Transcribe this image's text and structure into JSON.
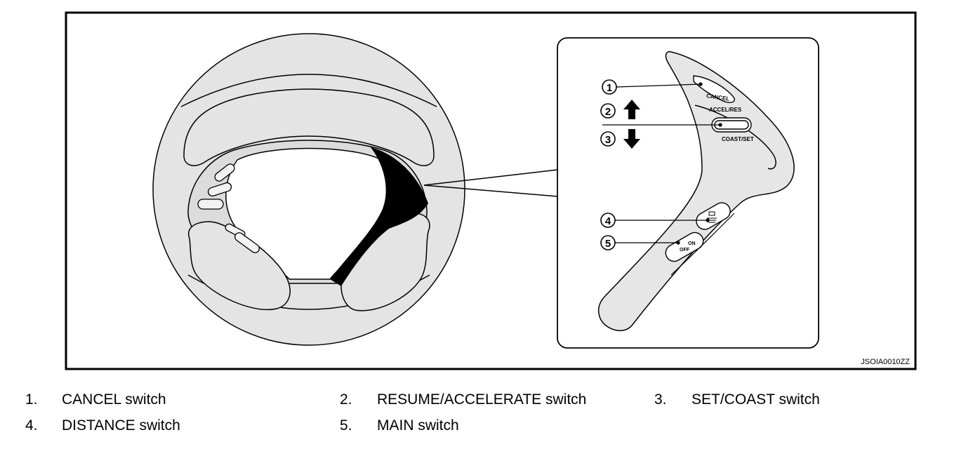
{
  "figure": {
    "code": "JSOIA0010ZZ",
    "switch_labels": {
      "cancel": "CANCEL",
      "accel_res": "ACCEL/RES",
      "coast_set": "COAST/SET",
      "on": "ON",
      "off": "OFF"
    },
    "callouts": [
      "1",
      "2",
      "3",
      "4",
      "5"
    ],
    "icons": [
      "arrow-up-icon",
      "arrow-down-icon",
      "distance-icon"
    ]
  },
  "legend": [
    {
      "num": "1.",
      "text": "CANCEL switch"
    },
    {
      "num": "2.",
      "text": "RESUME/ACCELERATE switch"
    },
    {
      "num": "3.",
      "text": "SET/COAST switch"
    },
    {
      "num": "4.",
      "text": "DISTANCE switch"
    },
    {
      "num": "5.",
      "text": "MAIN switch"
    }
  ]
}
